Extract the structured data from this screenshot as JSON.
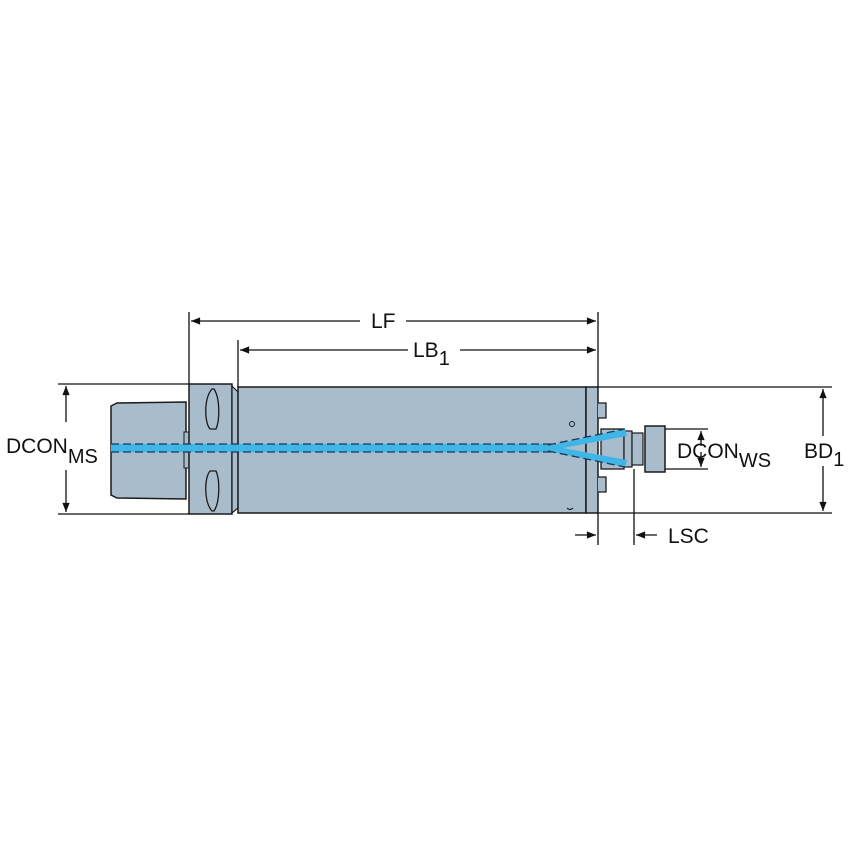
{
  "diagram": {
    "title": "Tool holder adapter dimension drawing",
    "colors": {
      "body": "#a9bccb",
      "outline": "#1a1a1a",
      "coolant": "#3fb6e6",
      "line": "#111111",
      "background": "#ffffff"
    },
    "dimensions": {
      "lf": {
        "label": "LF"
      },
      "lb1": {
        "label": "LB",
        "sub": "1"
      },
      "dcon_ms": {
        "label": "DCON",
        "sub": "MS"
      },
      "dcon_ws": {
        "label": "DCON",
        "sub": "WS"
      },
      "bd1": {
        "label": "BD",
        "sub": "1"
      },
      "lsc": {
        "label": "LSC"
      }
    }
  }
}
